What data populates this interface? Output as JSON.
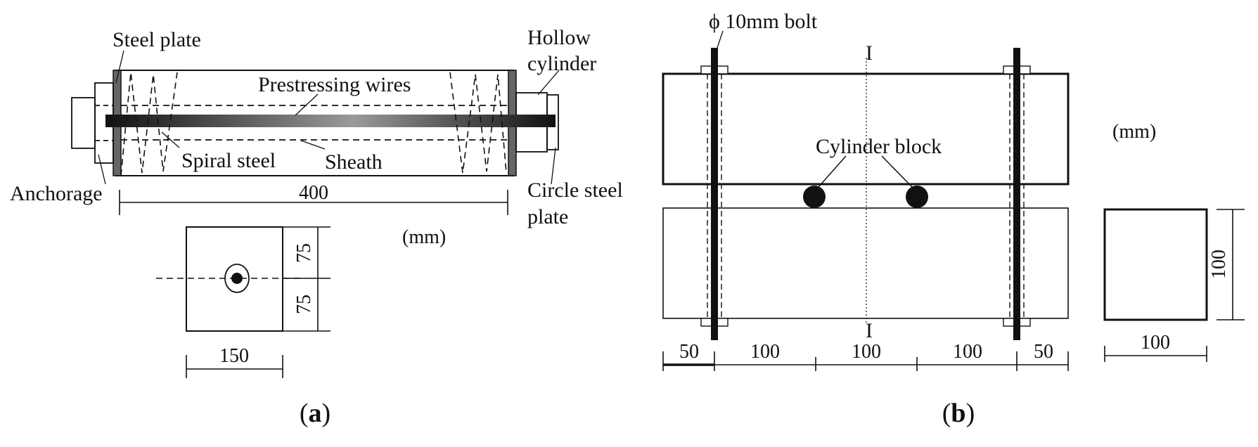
{
  "panel_a": {
    "caption_letter": "a",
    "labels": {
      "steel_plate": "Steel plate",
      "hollow_cylinder_line1": "Hollow",
      "hollow_cylinder_line2": "cylinder",
      "prestressing_wires": "Prestressing wires",
      "spiral_steel": "Spiral steel",
      "sheath": "Sheath",
      "anchorage": "Anchorage",
      "circle_plate_line1": "Circle steel",
      "circle_plate_line2": "plate",
      "units": "(mm)"
    },
    "dims": {
      "length": "400",
      "half_top": "75",
      "half_bottom": "75",
      "width": "150"
    }
  },
  "panel_b": {
    "caption_letter": "b",
    "labels": {
      "bolt": "ϕ 10mm bolt",
      "section_top": "I",
      "section_bottom": "I",
      "cylinder_block": "Cylinder block",
      "units": "(mm)"
    },
    "dims": [
      "50",
      "100",
      "100",
      "100",
      "50"
    ],
    "section": {
      "height": "100",
      "width": "100"
    }
  }
}
